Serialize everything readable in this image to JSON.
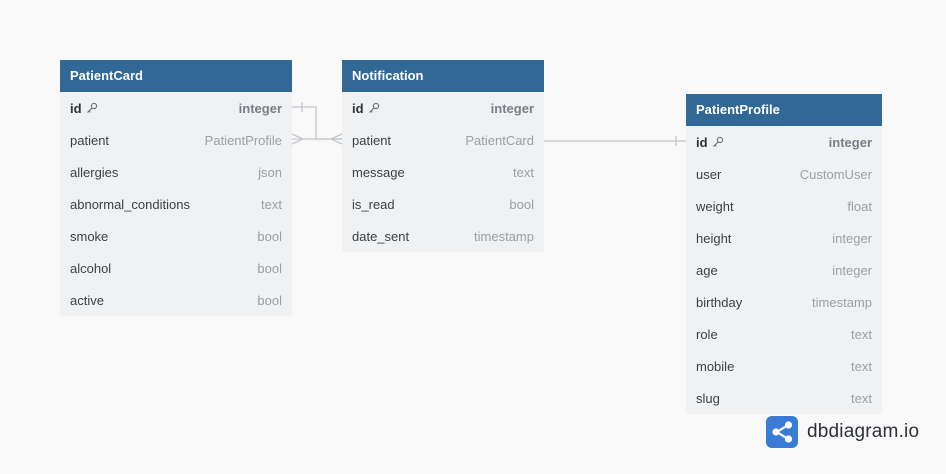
{
  "tables": {
    "patient_card": {
      "name": "PatientCard",
      "columns": [
        {
          "name": "id",
          "type": "integer",
          "pk": true
        },
        {
          "name": "patient",
          "type": "PatientProfile"
        },
        {
          "name": "allergies",
          "type": "json"
        },
        {
          "name": "abnormal_conditions",
          "type": "text"
        },
        {
          "name": "smoke",
          "type": "bool"
        },
        {
          "name": "alcohol",
          "type": "bool"
        },
        {
          "name": "active",
          "type": "bool"
        }
      ]
    },
    "notification": {
      "name": "Notification",
      "columns": [
        {
          "name": "id",
          "type": "integer",
          "pk": true
        },
        {
          "name": "patient",
          "type": "PatientCard"
        },
        {
          "name": "message",
          "type": "text"
        },
        {
          "name": "is_read",
          "type": "bool"
        },
        {
          "name": "date_sent",
          "type": "timestamp"
        }
      ]
    },
    "patient_profile": {
      "name": "PatientProfile",
      "columns": [
        {
          "name": "id",
          "type": "integer",
          "pk": true
        },
        {
          "name": "user",
          "type": "CustomUser"
        },
        {
          "name": "weight",
          "type": "float"
        },
        {
          "name": "height",
          "type": "integer"
        },
        {
          "name": "age",
          "type": "integer"
        },
        {
          "name": "birthday",
          "type": "timestamp"
        },
        {
          "name": "role",
          "type": "text"
        },
        {
          "name": "mobile",
          "type": "text"
        },
        {
          "name": "slug",
          "type": "text"
        }
      ]
    }
  },
  "brand": {
    "name": "dbdiagram.io",
    "logo_icon": "share-nodes-icon",
    "color": "#3a7bd5"
  },
  "colors": {
    "header": "#316896",
    "table_body": "#f0f1f3",
    "connector": "#c4c7cc"
  }
}
